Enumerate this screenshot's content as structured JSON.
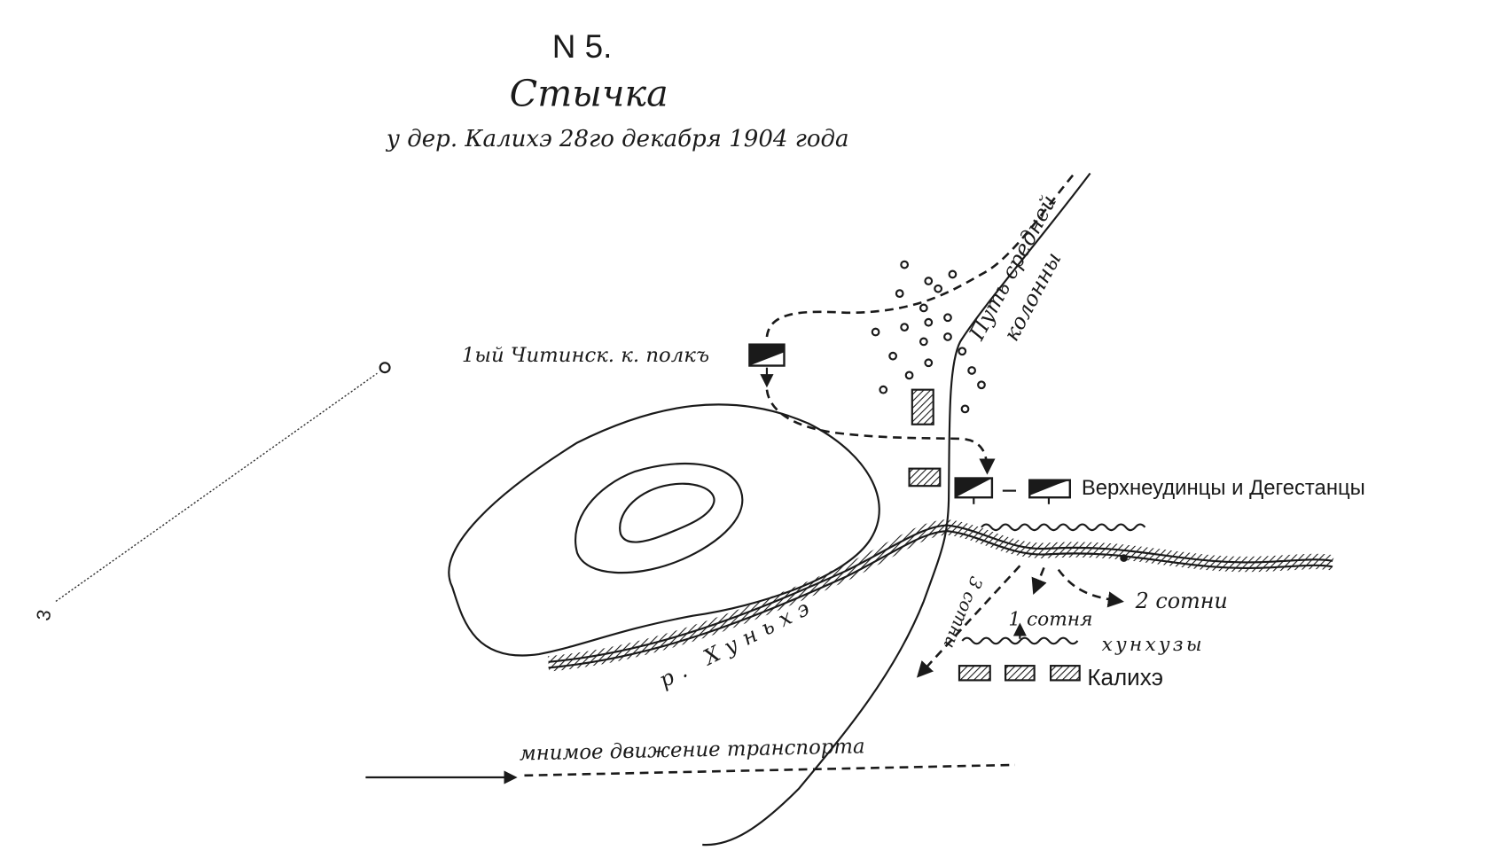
{
  "header": {
    "number": "N 5.",
    "title": "Стычка",
    "subtitle": "у дер. Калихэ 28го декабря 1904 года"
  },
  "labels": {
    "regiment": "1ый Читинск. к. полкъ",
    "middle_column_path_1": "Путь средней",
    "middle_column_path_2": "колонны",
    "units_right": "Верхнеудинцы и Дегестанцы",
    "two_sotni": "2 сотни",
    "one_sotnya": "1 сотня",
    "three_sotni": "3 сотни",
    "hunhuzy": "хунхузы",
    "village": "Калихэ",
    "river": "р. Хуньхэ",
    "transport": "мнимое движение транспорта"
  },
  "colors": {
    "ink": "#1a1a1a",
    "paper": "#ffffff"
  }
}
